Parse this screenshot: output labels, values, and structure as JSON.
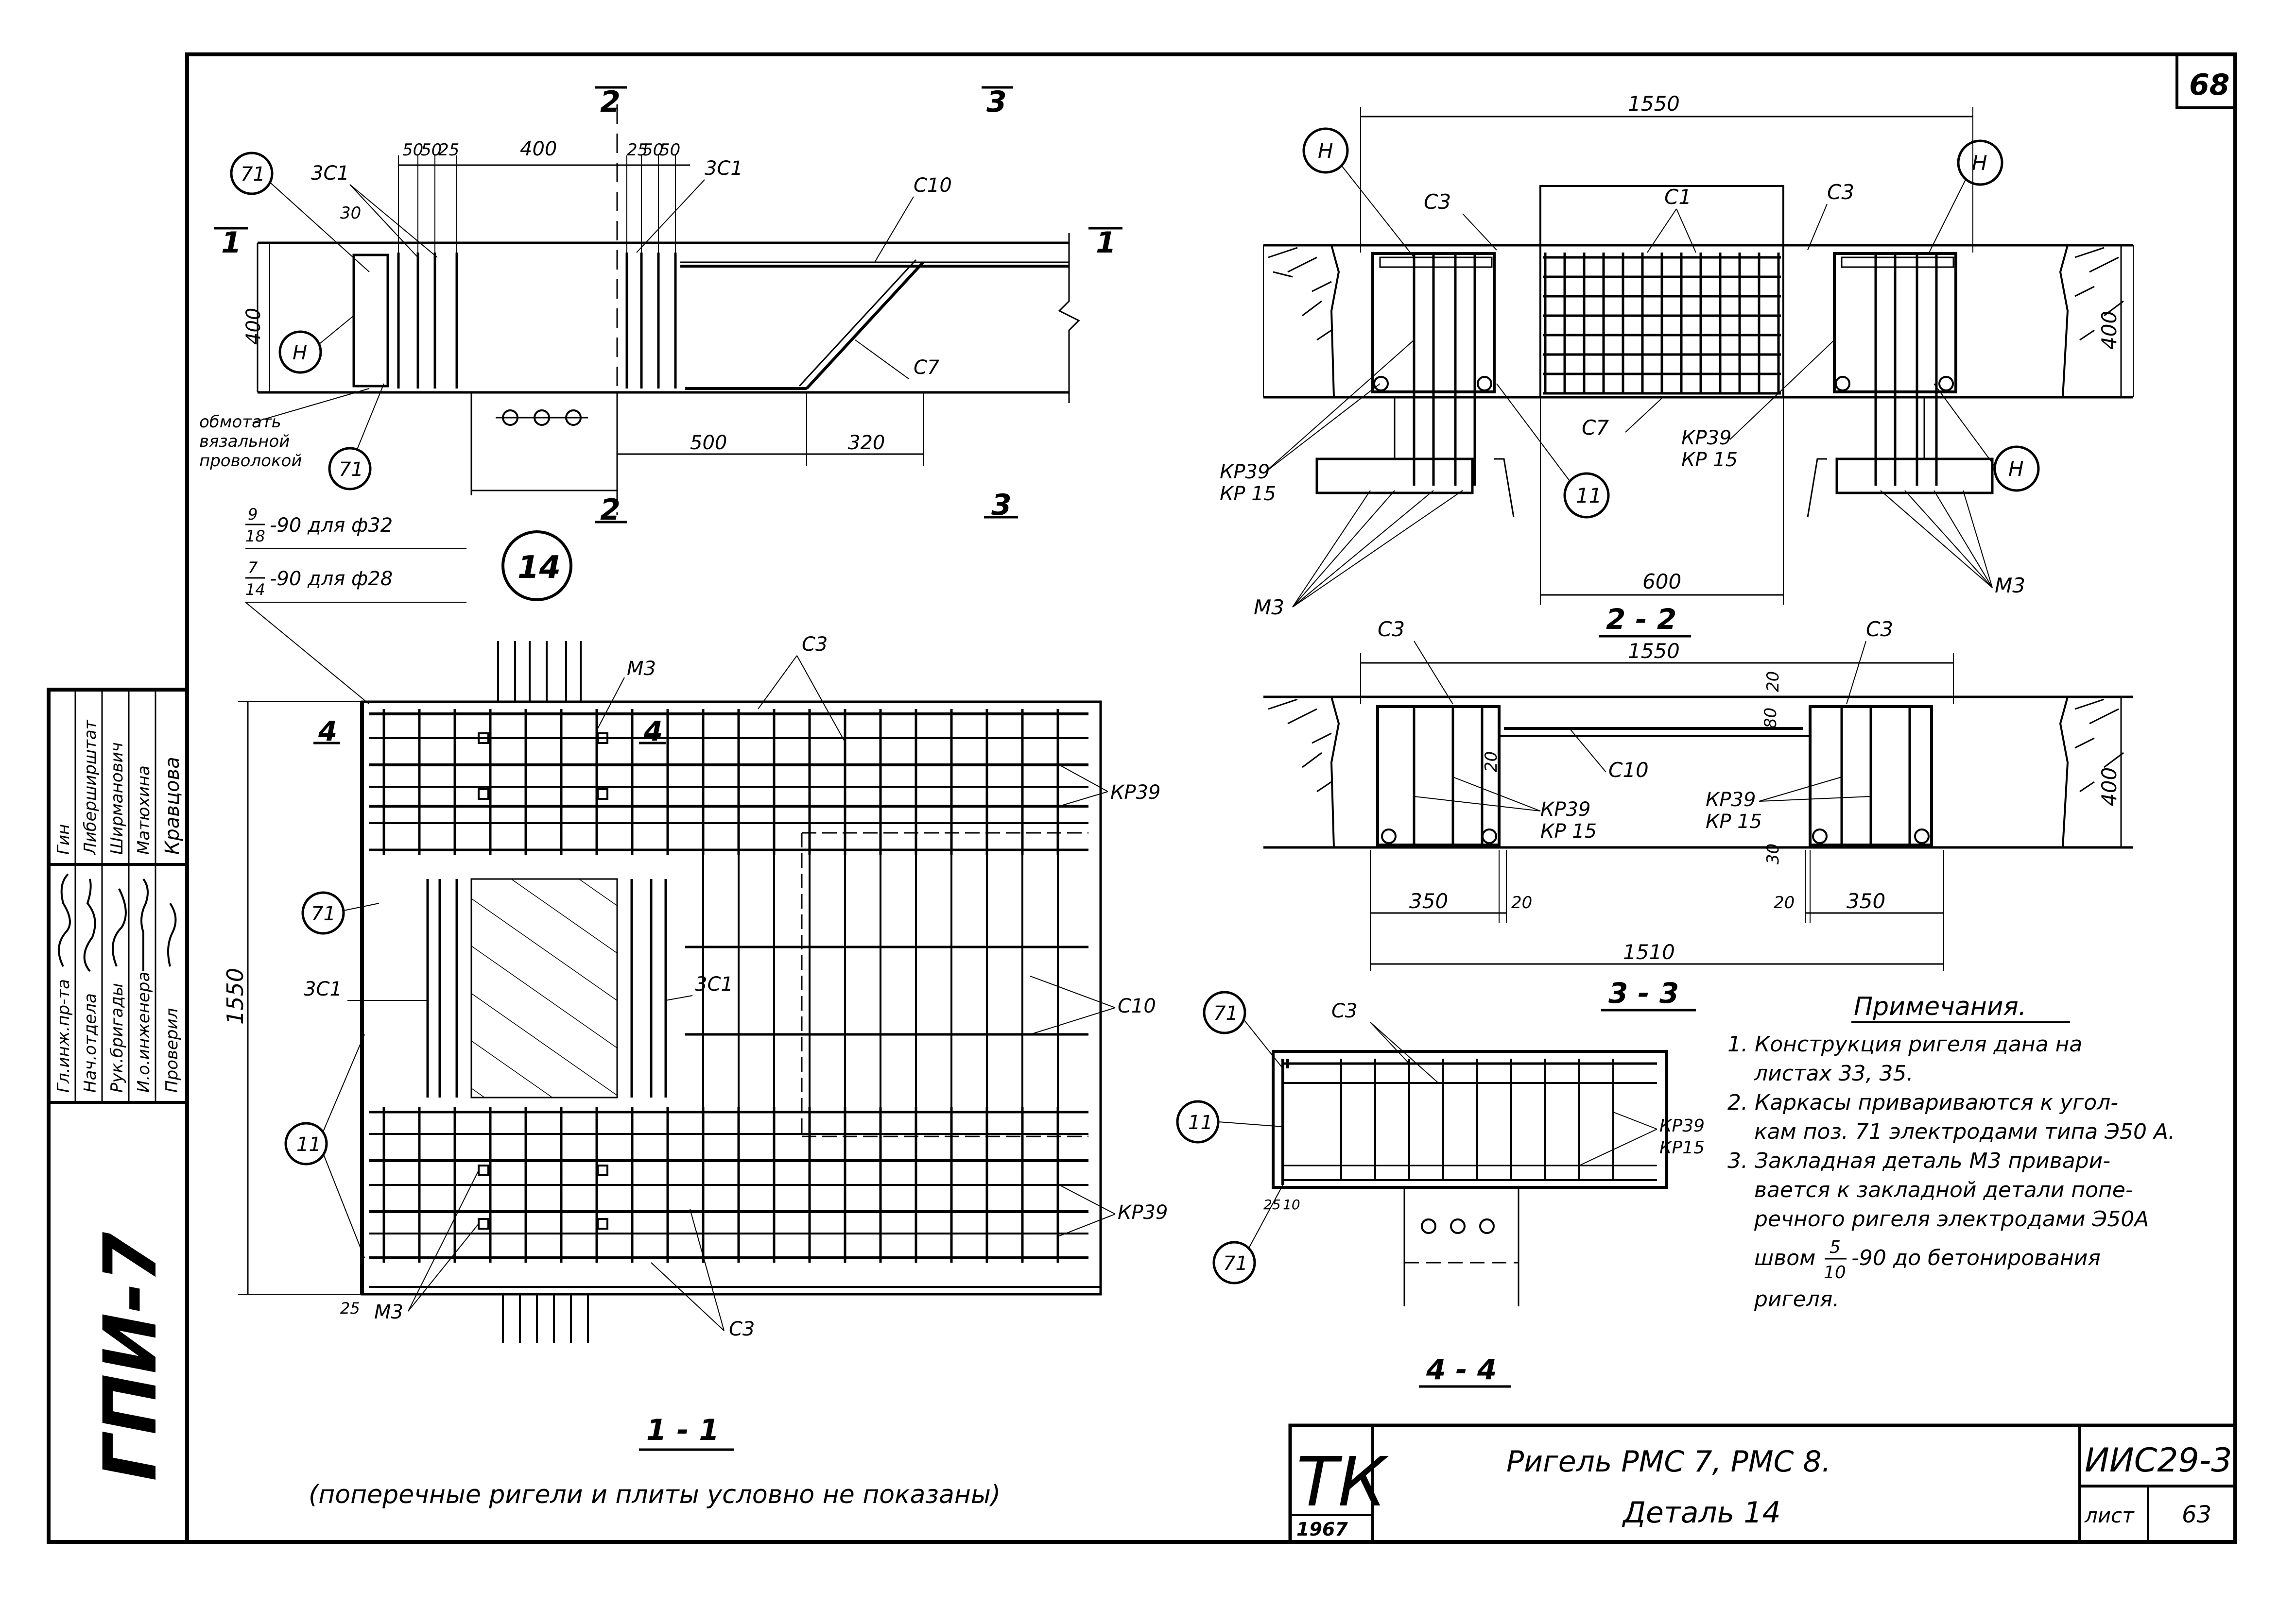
{
  "sheet": {
    "number": "68",
    "code": "ИИС29-3",
    "sheet_label": "лист",
    "sheet_no": "63",
    "stamp_letters": "ТК",
    "stamp_year": "1967",
    "title_line1": "Ригель РМС 7, РМС 8.",
    "title_line2": "Деталь 14",
    "org": "ГПИ-7"
  },
  "staff": {
    "roles": [
      "Гл.инж.пр-та",
      "Нач.отдела",
      "Рук.бригады",
      "И.о.инженера",
      "Проверил"
    ],
    "names": [
      "Гин",
      "Либерширштат",
      "Ширманович",
      "Матюхина",
      "Кравцова"
    ]
  },
  "section_labels": {
    "s1": "1 - 1",
    "s2": "2 - 2",
    "s3": "3 - 3",
    "s4": "4 - 4",
    "s1_note": "(поперечные ригели и плиты условно не показаны)"
  },
  "cut_marks": {
    "m1": "1",
    "m2": "2",
    "m3": "3",
    "m4": "4"
  },
  "detail_marker": "14",
  "weld_notes": {
    "n1_num": "9",
    "n1_den": "18",
    "n1_text": "-90 для ф32",
    "n2_num": "7",
    "n2_den": "14",
    "n2_text": "-90 для ф28"
  },
  "plan": {
    "lbl_71": "71",
    "lbl_H": "Н",
    "lbl_3C1a": "3С1",
    "lbl_3C1b": "3С1",
    "lbl_C10": "С10",
    "lbl_C7": "С7",
    "dim_30": "30",
    "dim_400": "400",
    "dim_top_50a": "50",
    "dim_top_50b": "50",
    "dim_top_25a": "25",
    "dim_top_400": "400",
    "dim_top_25b": "25",
    "dim_top_50c": "50",
    "dim_top_50d": "50",
    "dim_500": "500",
    "dim_320": "320",
    "wrap_note_1": "обмотать",
    "wrap_note_2": "вязальной",
    "wrap_note_3": "проволокой"
  },
  "section_1_1": {
    "dim_1550": "1550",
    "dim_25": "25",
    "lbl_M3_top": "М3",
    "lbl_M3_bottom": "М3",
    "lbl_C3_top": "С3",
    "lbl_C3_bottom": "С3",
    "lbl_KP39_a": "КР39",
    "lbl_KP39_b": "КР39",
    "lbl_C10": "С10",
    "lbl_71": "71",
    "lbl_3C1a": "3С1",
    "lbl_3C1b": "3С1",
    "lbl_11": "11"
  },
  "section_2_2": {
    "dim_1550": "1550",
    "dim_600": "600",
    "dim_400": "400",
    "lbl_H_left": "Н",
    "lbl_H_right": "Н",
    "lbl_H_low": "Н",
    "lbl_C3_left": "С3",
    "lbl_C3_right": "С3",
    "lbl_C1": "С1",
    "lbl_C7": "С7",
    "lbl_KP39_left": "КР39",
    "lbl_KP15_left": "КР 15",
    "lbl_KP39_right": "КР39",
    "lbl_KP15_right": "КР 15",
    "lbl_11": "11",
    "lbl_M3_left": "М3",
    "lbl_M3_right": "М3"
  },
  "section_3_3": {
    "dim_1550": "1550",
    "dim_1510": "1510",
    "dim_350_left": "350",
    "dim_350_right": "350",
    "dim_20a": "20",
    "dim_20b": "20",
    "dim_20c": "20",
    "dim_20d": "20",
    "dim_80": "80",
    "dim_30": "30",
    "dim_400": "400",
    "lbl_C3_left": "С3",
    "lbl_C3_right": "С3",
    "lbl_C10": "С10",
    "lbl_KP39_left": "КР39",
    "lbl_KP15_left": "КР 15",
    "lbl_KP39_right": "КР39",
    "lbl_KP15_right": "КР 15"
  },
  "section_4_4": {
    "lbl_71_top": "71",
    "lbl_71_bottom": "71",
    "lbl_11": "11",
    "lbl_C3": "С3",
    "lbl_KP39": "КР39",
    "lbl_KP15": "КР15",
    "dim_25": "25",
    "dim_10": "10"
  },
  "notes": {
    "heading": "Примечания.",
    "lines": [
      "1. Конструкция ригеля дана на",
      "листах 33, 35.",
      "2. Каркасы привариваются к угол-",
      "кам поз. 71 электродами типа Э50 А.",
      "3. Закладная деталь М3 привари-",
      "вается к закладной детали попе-",
      "речного ригеля электродами Э50А",
      "швом",
      "-90 до бетонирования",
      "ригеля."
    ],
    "weld_num": "5",
    "weld_den": "10"
  }
}
